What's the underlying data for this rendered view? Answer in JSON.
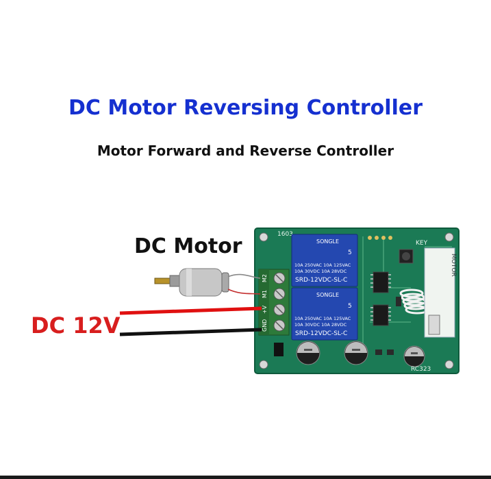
{
  "title": "DC Motor Reversing Controller",
  "subtitle": "Motor Forward and Reverse Controller",
  "motor_label": "DC Motor",
  "power_label": "DC 12V",
  "colors": {
    "title": "#1530d0",
    "power_label": "#d81e1e",
    "pcb": "#1b7a55",
    "relay": "#2448b0",
    "terminal": "#2d7a3a",
    "wire_positive": "#e01010",
    "wire_negative": "#111111"
  },
  "board": {
    "board_code": "1603",
    "key_label": "KEY",
    "motor_silk": "MOTOR",
    "model_silk": "RC323",
    "terminals": [
      "M2",
      "M1",
      "+V",
      "GND"
    ],
    "relays": [
      {
        "brand": "SONGLE",
        "rating_lines": [
          "10A 250VAC  10A 125VAC",
          "10A  30VDC  10A  28VDC"
        ],
        "model": "SRD-12VDC-SL-C",
        "pin_mark": "5"
      },
      {
        "brand": "SONGLE",
        "rating_lines": [
          "10A 250VAC  10A 125VAC",
          "10A  30VDC  10A  28VDC"
        ],
        "model": "SRD-12VDC-SL-C",
        "pin_mark": "5"
      }
    ]
  },
  "icons": {
    "motor": "dc-motor-icon",
    "antenna": "spring-antenna-icon",
    "button": "push-button-icon"
  }
}
